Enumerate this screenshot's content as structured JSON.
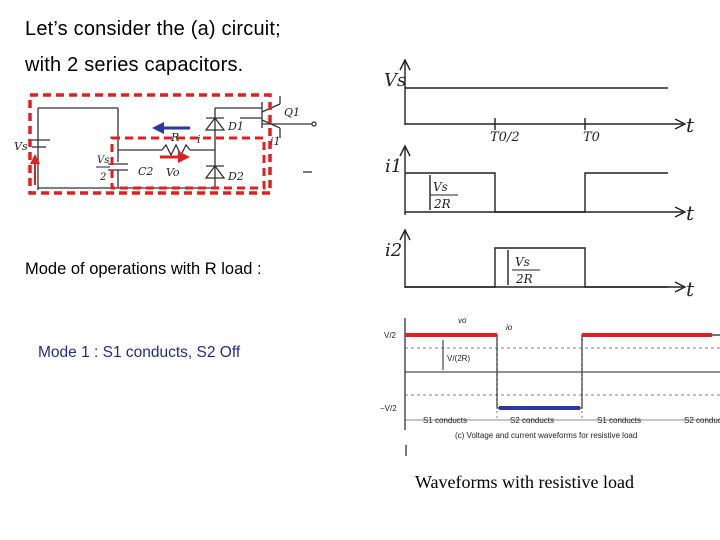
{
  "slide": {
    "title_line1": "Let’s consider the (a) circuit;",
    "title_line2": "with 2 series capacitors.",
    "mode_ops": "Mode of operations with R load :",
    "mode1": "Mode 1 : S1 conducts, S2 Off",
    "caption": "Waveforms with resistive load"
  },
  "circuit": {
    "vs": "Vs",
    "vs_half_num": "Vs",
    "vs_half_den": "2",
    "c2": "C2",
    "vo": "Vo",
    "r": "R",
    "i": "i",
    "d1": "D1",
    "d2": "D2",
    "q1": "Q1",
    "i1": "i1"
  },
  "hand_waveforms": {
    "vs": "Vs",
    "t": "t",
    "t0_half": "T0/2",
    "t0": "T0",
    "i1": "i1",
    "i2": "i2",
    "amp_num": "Vs",
    "amp_den": "2R"
  },
  "printed_waveform": {
    "v_top": "V/2",
    "v_bottom": "−V/2",
    "vo": "vo",
    "io": "io",
    "i_amp": "V/(2R)",
    "s1_conducts_1": "S1 conducts",
    "s2_conducts": "S2 conducts",
    "s1_conducts_2": "S1 conducts",
    "s2_conducts_2": "S2 conduct",
    "caption": "(c) Voltage and current waveforms for resistive load"
  },
  "colors": {
    "highlight_red": "#e02020",
    "highlight_blue": "#2a3a9c",
    "mode_text": "#1f2d8a"
  }
}
